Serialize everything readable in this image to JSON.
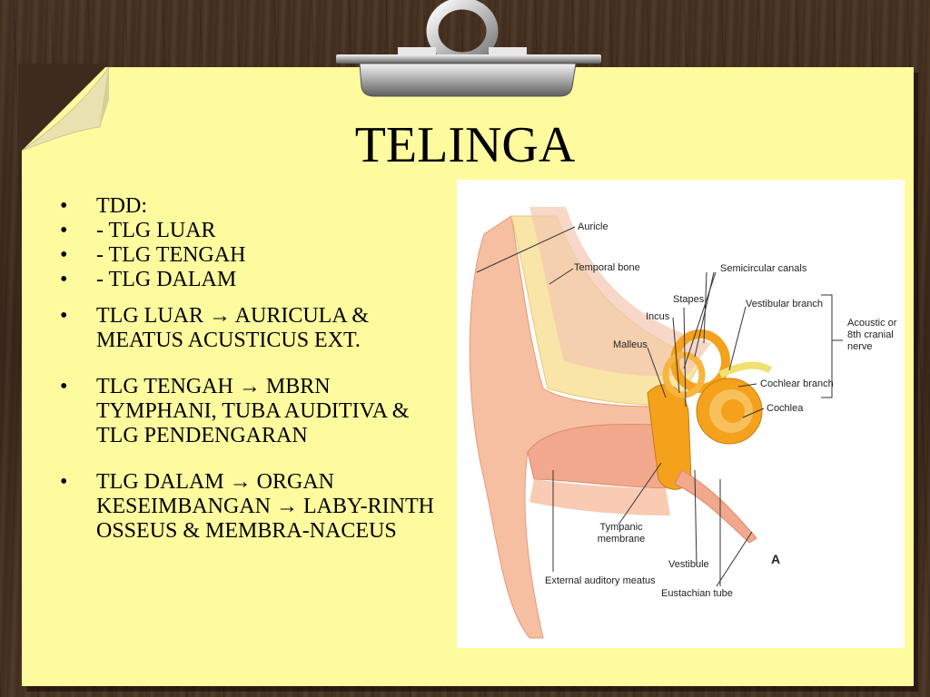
{
  "slide": {
    "title": "TELINGA",
    "bullet_char": "•",
    "bullets": [
      {
        "text": "TDD:",
        "spacing": "none"
      },
      {
        "text": "- TLG LUAR",
        "spacing": "none"
      },
      {
        "text": "- TLG TENGAH",
        "spacing": "none"
      },
      {
        "text": "- TLG DALAM",
        "spacing": "none"
      },
      {
        "text": "TLG LUAR → AURICULA & MEATUS ACUSTICUS EXT.",
        "spacing": "gap"
      },
      {
        "text": "TLG TENGAH → MBRN TYMPHANI, TUBA AUDITIVA & TLG PENDENGARAN",
        "spacing": "gap-lg"
      },
      {
        "text": "TLG DALAM → ORGAN KESEIMBANGAN →  LABY-RINTH OSSEUS & MEMBRA-NACEUS",
        "spacing": "gap-lg"
      }
    ]
  },
  "diagram": {
    "labels": {
      "auricle": "Auricle",
      "temporal_bone": "Temporal bone",
      "semicircular_canals": "Semicircular canals",
      "stapes": "Stapes",
      "incus": "Incus",
      "vestibular_branch": "Vestibular branch",
      "malleus": "Malleus",
      "acoustic_nerve": "Acoustic or 8th cranial nerve",
      "cochlear_branch": "Cochlear branch",
      "cochlea": "Cochlea",
      "tympanic_membrane": "Tympanic membrane",
      "vestibule": "Vestibule",
      "external_auditory_meatus": "External auditory meatus",
      "eustachian_tube": "Eustachian tube",
      "panel_letter": "A"
    }
  },
  "colors": {
    "paper": "#fefb9f",
    "wood": "#3e2b1d",
    "skin": "#f5b89a",
    "bone": "#f8e39a",
    "orange": "#f4a11c"
  }
}
